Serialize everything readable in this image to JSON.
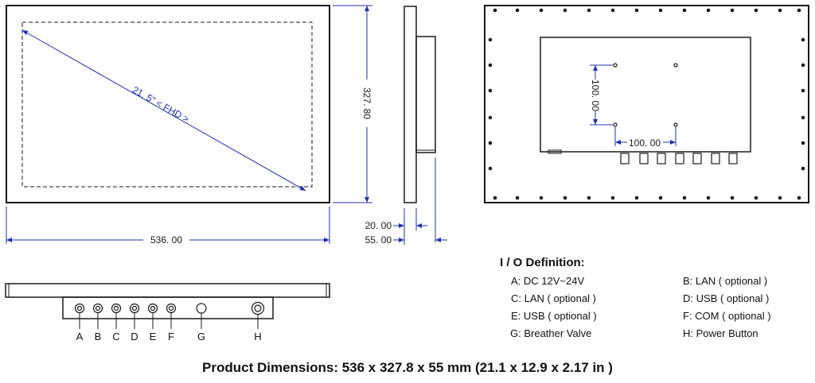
{
  "dimensions": {
    "width_front": "536. 00",
    "height_front": "327. 80",
    "depth_20": "20. 00",
    "depth_55": "55. 00",
    "diagonal": "21. 5\" < FHD >",
    "vesa_vertical": "100. 00",
    "vesa_horizontal": "100. 00"
  },
  "connectors": [
    {
      "letter": "A"
    },
    {
      "letter": "B"
    },
    {
      "letter": "C"
    },
    {
      "letter": "D"
    },
    {
      "letter": "E"
    },
    {
      "letter": "F"
    },
    {
      "letter": "G"
    },
    {
      "letter": "H"
    }
  ],
  "io": {
    "title": "I / O Definition:",
    "items": [
      {
        "text": "A: DC 12V~24V"
      },
      {
        "text": "B: LAN ( optional )"
      },
      {
        "text": "C: LAN ( optional )"
      },
      {
        "text": "D: USB ( optional )"
      },
      {
        "text": "E: USB ( optional )"
      },
      {
        "text": "F: COM ( optional )"
      },
      {
        "text": "G: Breather Valve"
      },
      {
        "text": "H: Power Button"
      }
    ]
  },
  "product_dimensions": "Product Dimensions: 536 x 327.8 x 55 mm (21.1 x 12.9 x 2.17 in )",
  "colors": {
    "line": "#1a1a1a",
    "dimension": "#1f2fbf"
  }
}
